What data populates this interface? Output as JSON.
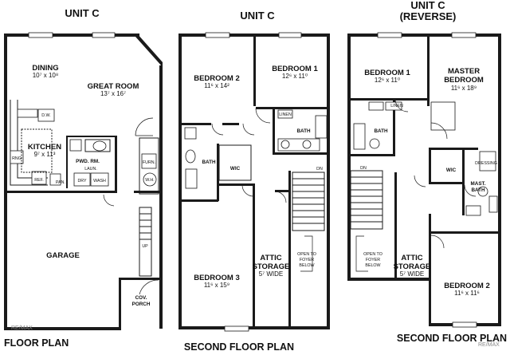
{
  "headers": {
    "first": "UNIT C",
    "second": "UNIT C",
    "reverse_line1": "UNIT C",
    "reverse_line2": "(REVERSE)"
  },
  "footers": {
    "first": "FLOOR PLAN",
    "second": "SECOND FLOOR PLAN",
    "reverse": "SECOND FLOOR PLAN"
  },
  "first_floor": {
    "dining": {
      "name": "DINING",
      "dims": "10⁷ x 10⁸"
    },
    "great_room": {
      "name": "GREAT ROOM",
      "dims": "13⁷ x 16⁷"
    },
    "kitchen": {
      "name": "KITCHEN",
      "dims": "9⁷ x 11³"
    },
    "powder": "PWD. RM.",
    "laundry": "LAUN.",
    "dryer": "DRY",
    "washer": "WASH",
    "dishwasher": "D.W.",
    "range": "RNG",
    "refrigerator": "REF.",
    "pantry": "PAN.",
    "furnace": "FURN.",
    "water_heater": "W.H.",
    "stair_up": "UP",
    "garage": "GARAGE",
    "porch_line1": "COV.",
    "porch_line2": "PORCH"
  },
  "second_floor": {
    "bedroom2": {
      "name": "BEDROOM 2",
      "dims": "11⁶ x 14²"
    },
    "bedroom1": {
      "name": "BEDROOM 1",
      "dims": "12⁶ x 11⁰"
    },
    "bedroom3": {
      "name": "BEDROOM 3",
      "dims": "11⁶ x 15⁹"
    },
    "bath_left": "BATH",
    "bath_right": "BATH",
    "wic": "WIC",
    "linen": "LINEN",
    "attic": {
      "line1": "ATTIC",
      "line2": "STORAGE",
      "dims": "5⁷ WIDE"
    },
    "open_line1": "OPEN TO",
    "open_line2": "FOYER",
    "open_line3": "BELOW",
    "stair_dn": "DN"
  },
  "reverse_floor": {
    "bedroom1": {
      "name": "BEDROOM 1",
      "dims": "12⁶ x 11⁰"
    },
    "master": {
      "line1": "MASTER",
      "line2": "BEDROOM",
      "dims": "11⁶ x 18⁹"
    },
    "bath": "BATH",
    "linen": "LINEN",
    "wic": "WIC",
    "dressing": "DRESSING",
    "mast_bath_line1": "MAST.",
    "mast_bath_line2": "BATH",
    "attic": {
      "line1": "ATTIC",
      "line2": "STORAGE",
      "dims": "5⁷ WIDE"
    },
    "bedroom2": {
      "name": "BEDROOM 2",
      "dims": "11⁶ x 11⁶"
    },
    "open_line1": "OPEN TO",
    "open_line2": "FOYER",
    "open_line3": "BELOW",
    "stair_dn": "DN"
  },
  "watermarks": {
    "left": "RE/MAX",
    "right": "RE/MAX"
  }
}
